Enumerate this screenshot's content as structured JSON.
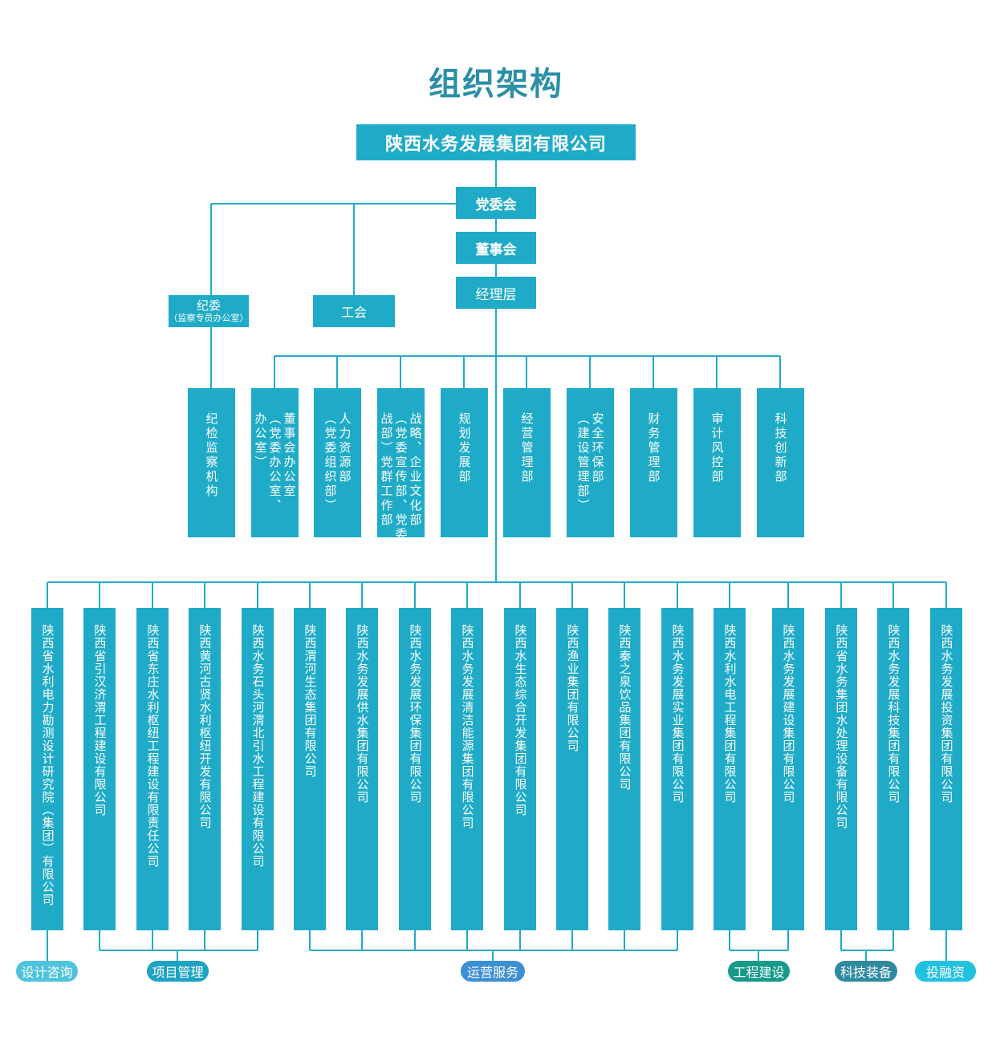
{
  "title": "组织架构",
  "top": "陕西水务发展集团有限公司",
  "stack": [
    "党委会",
    "董事会",
    "经理层"
  ],
  "jiwei": {
    "line1": "纪委",
    "line2": "（监察专员办公室）"
  },
  "gonghui": "工会",
  "departments": [
    "纪检监察机构",
    "董事会办公室\n（党委办公室、\n办公室）",
    "人力资源部\n（党委组织部）",
    "战略、企业文化部\n（党委宣传部、党委统\n战部）党群工作部",
    "规划发展部",
    "经营管理部",
    "安全环保部\n（建设管理部）",
    "财务管理部",
    "审计风控部",
    "科技创新部"
  ],
  "subsidiaries": [
    "陕西省水利电力勘测设计研究院（集团）有限公司",
    "陕西省引汉济渭工程建设有限公司",
    "陕西省东庄水利枢纽工程建设有限责任公司",
    "陕西黄河古贤水利枢纽开发有限公司",
    "陕西水务石头河渭北引水工程建设有限公司",
    "陕西渭河生态集团有限公司",
    "陕西水务发展供水集团有限公司",
    "陕西水务发展环保集团有限公司",
    "陕西水务发展清洁能源集团有限公司",
    "陕西水生态综合开发集团有限公司",
    "陕西渔业集团有限公司",
    "陕西秦之泉饮品集团有限公司",
    "陕西水务发展实业集团有限公司",
    "陕西水利水电工程集团有限公司",
    "陕西水务发展建设集团有限公司",
    "陕西省水务集团水处理设备有限公司",
    "陕西水务发展科技集团有限公司",
    "陕西水务发展投资集团有限公司"
  ],
  "categories": [
    {
      "label": "设计咨询",
      "color": "#4fc3db"
    },
    {
      "label": "项目管理",
      "color": "#1fa3c4"
    },
    {
      "label": "运营服务",
      "color": "#3d8fd4"
    },
    {
      "label": "工程建设",
      "color": "#179a8a"
    },
    {
      "label": "科技装备",
      "color": "#2f8aa0"
    },
    {
      "label": "投融资",
      "color": "#22c1e0"
    }
  ],
  "colors": {
    "box": "#1fabc7",
    "line": "#1fabc7",
    "title": "#2b8fa6"
  }
}
